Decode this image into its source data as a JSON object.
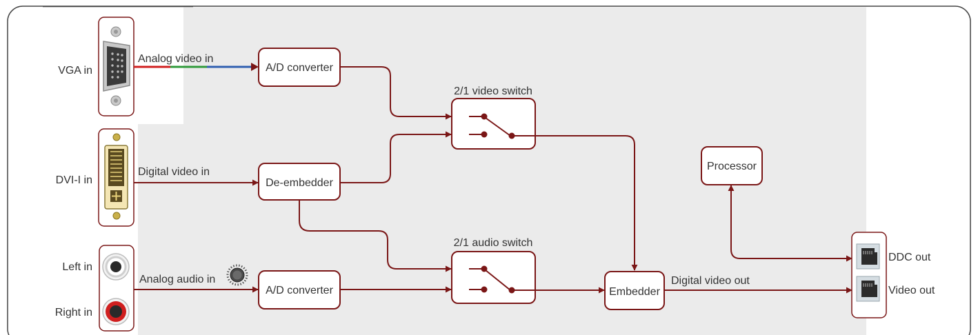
{
  "colors": {
    "accent": "#7a1616",
    "panel": "#ebebeb",
    "text": "#333333",
    "vga_red": "#d01f1f",
    "vga_green": "#2f9a3a",
    "vga_blue": "#2f5fb0"
  },
  "ports_in": {
    "vga": "VGA in",
    "dvi": "DVI-I in",
    "left": "Left in",
    "right": "Right in"
  },
  "ports_out": {
    "ddc": "DDC out",
    "video": "Video out"
  },
  "signals": {
    "analog_video_in": "Analog video in",
    "digital_video_in": "Digital video in",
    "analog_audio_in": "Analog audio in",
    "digital_video_out": "Digital video out"
  },
  "blocks": {
    "ad_converter_video": "A/D converter",
    "de_embedder": "De-embedder",
    "ad_converter_audio": "A/D converter",
    "video_switch_title": "2/1 video switch",
    "audio_switch_title": "2/1 audio switch",
    "embedder": "Embedder",
    "processor": "Processor"
  },
  "icons": [
    "vga-connector-icon",
    "dvi-connector-icon",
    "rca-white-jack-icon",
    "rca-red-jack-icon",
    "volume-knob-icon",
    "rj45-port-icon",
    "arrow-icon"
  ]
}
